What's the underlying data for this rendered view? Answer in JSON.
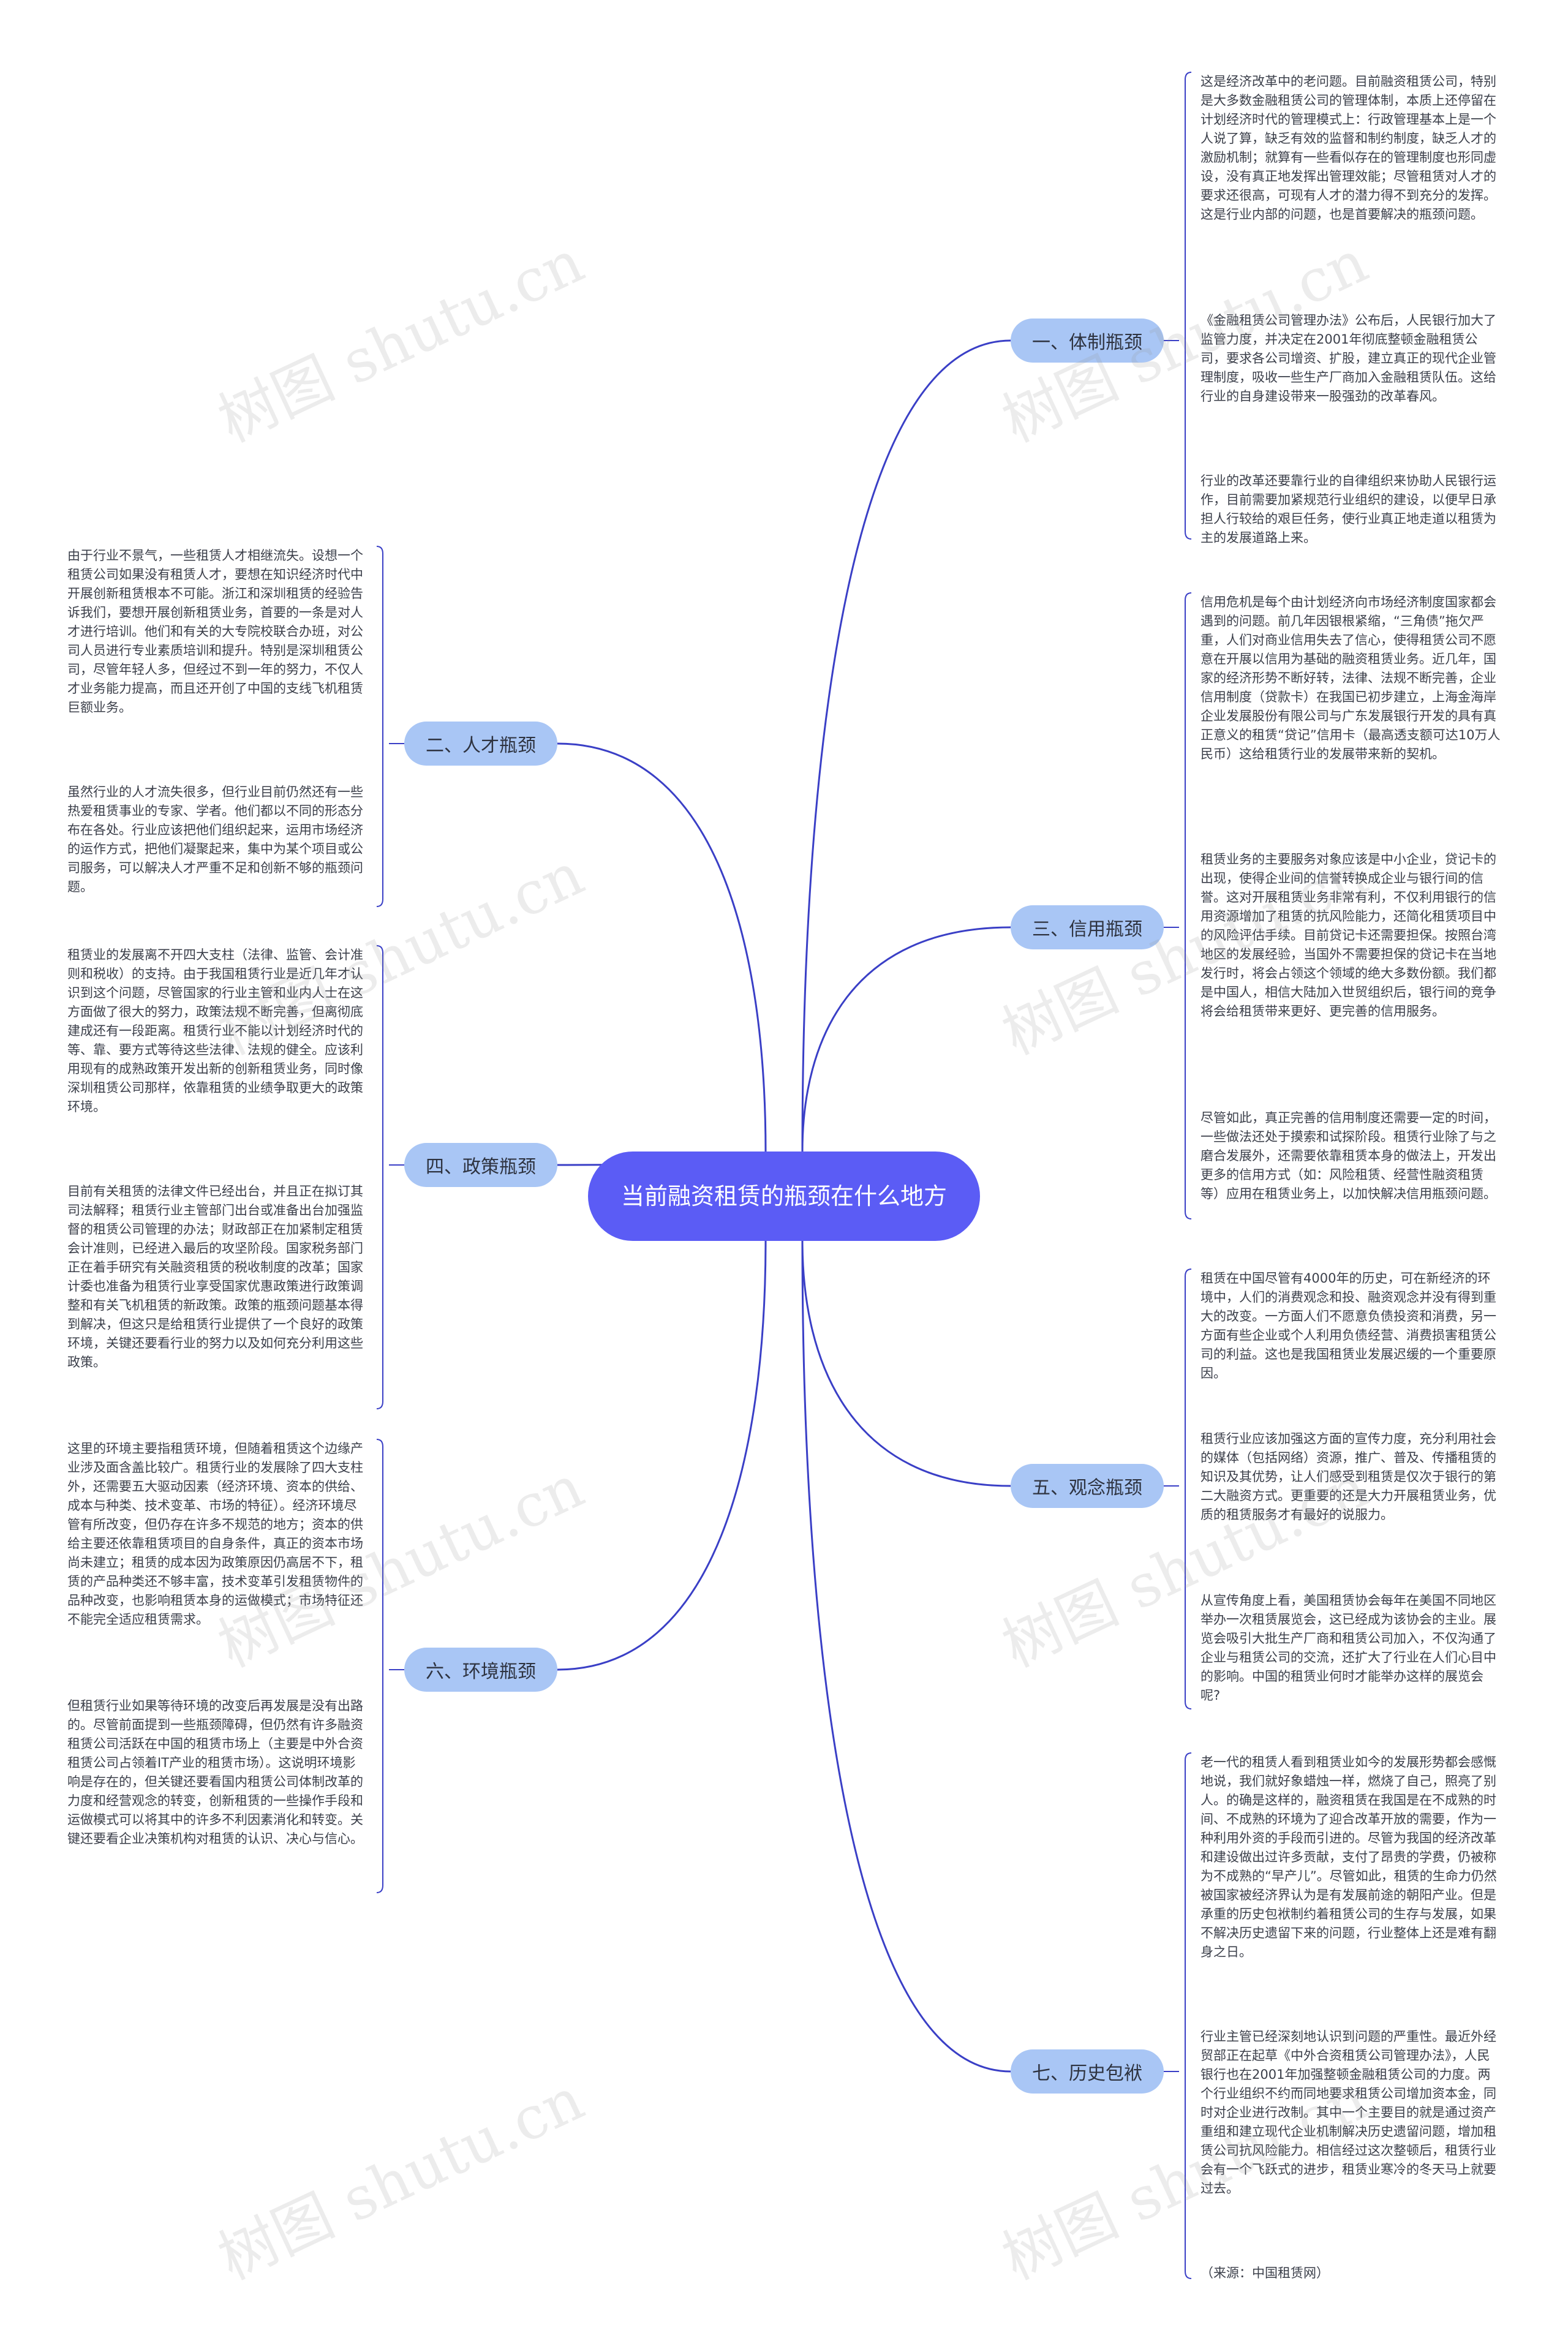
{
  "central": "当前融资租赁的瓶颈在什么地方",
  "branches": [
    {
      "label": "一、体制瓶颈",
      "leaves": [
        "这是经济改革中的老问题。目前融资租赁公司，特别是大多数金融租赁公司的管理体制，本质上还停留在计划经济时代的管理模式上：行政管理基本上是一个人说了算，缺乏有效的监督和制约制度，缺乏人才的激励机制；就算有一些看似存在的管理制度也形同虚设，没有真正地发挥出管理效能；尽管租赁对人才的要求还很高，可现有人才的潜力得不到充分的发挥。这是行业内部的问题，也是首要解决的瓶颈问题。",
        "《金融租赁公司管理办法》公布后，人民银行加大了监管力度，并决定在2001年彻底整顿金融租赁公司，要求各公司增资、扩股，建立真正的现代企业管理制度，吸收一些生产厂商加入金融租赁队伍。这给行业的自身建设带来一股强劲的改革春风。",
        "行业的改革还要靠行业的自律组织来协助人民银行运作，目前需要加紧规范行业组织的建设，以便早日承担人行较给的艰巨任务，使行业真正地走道以租赁为主的发展道路上来。"
      ]
    },
    {
      "label": "二、人才瓶颈",
      "leaves": [
        "由于行业不景气，一些租赁人才相继流失。设想一个租赁公司如果没有租赁人才，要想在知识经济时代中开展创新租赁根本不可能。浙江和深圳租赁的经验告诉我们，要想开展创新租赁业务，首要的一条是对人才进行培训。他们和有关的大专院校联合办班，对公司人员进行专业素质培训和提升。特别是深圳租赁公司，尽管年轻人多，但经过不到一年的努力，不仅人才业务能力提高，而且还开创了中国的支线飞机租赁巨额业务。",
        "虽然行业的人才流失很多，但行业目前仍然还有一些热爱租赁事业的专家、学者。他们都以不同的形态分布在各处。行业应该把他们组织起来，运用市场经济的运作方式，把他们凝聚起来，集中为某个项目或公司服务，可以解决人才严重不足和创新不够的瓶颈问题。"
      ]
    },
    {
      "label": "三、信用瓶颈",
      "leaves": [
        "信用危机是每个由计划经济向市场经济制度国家都会遇到的问题。前几年因银根紧缩，“三角债”拖欠严重，人们对商业信用失去了信心，使得租赁公司不愿意在开展以信用为基础的融资租赁业务。近几年，国家的经济形势不断好转，法律、法规不断完善，企业信用制度（贷款卡）在我国已初步建立，上海金海岸企业发展股份有限公司与广东发展银行开发的具有真正意义的租赁“贷记”信用卡（最高透支额可达10万人民币）这给租赁行业的发展带来新的契机。",
        "租赁业务的主要服务对象应该是中小企业，贷记卡的出现，使得企业间的信誉转换成企业与银行间的信誉。这对开展租赁业务非常有利，不仅利用银行的信用资源增加了租赁的抗风险能力，还简化租赁项目中的风险评估手续。目前贷记卡还需要担保。按照台湾地区的发展经验，当国外不需要担保的贷记卡在当地发行时，将会占领这个领域的绝大多数份额。我们都是中国人，相信大陆加入世贸组织后，银行间的竞争将会给租赁带来更好、更完善的信用服务。",
        "尽管如此，真正完善的信用制度还需要一定的时间，一些做法还处于摸索和试探阶段。租赁行业除了与之磨合发展外，还需要依靠租赁本身的做法上，开发出更多的信用方式（如：风险租赁、经营性融资租赁等）应用在租赁业务上，以加快解决信用瓶颈问题。"
      ]
    },
    {
      "label": "四、政策瓶颈",
      "leaves": [
        "租赁业的发展离不开四大支柱（法律、监管、会计准则和税收）的支持。由于我国租赁行业是近几年才认识到这个问题，尽管国家的行业主管和业内人士在这方面做了很大的努力，政策法规不断完善，但离彻底建成还有一段距离。租赁行业不能以计划经济时代的等、靠、要方式等待这些法律、法规的健全。应该利用现有的成熟政策开发出新的创新租赁业务，同时像深圳租赁公司那样，依靠租赁的业绩争取更大的政策环境。",
        "目前有关租赁的法律文件已经出台，并且正在拟订其司法解释；租赁行业主管部门出台或准备出台加强监督的租赁公司管理的办法；财政部正在加紧制定租赁会计准则，已经进入最后的攻坚阶段。国家税务部门正在着手研究有关融资租赁的税收制度的改革；国家计委也准备为租赁行业享受国家优惠政策进行政策调整和有关飞机租赁的新政策。政策的瓶颈问题基本得到解决，但这只是给租赁行业提供了一个良好的政策环境，关键还要看行业的努力以及如何充分利用这些政策。"
      ]
    },
    {
      "label": "五、观念瓶颈",
      "leaves": [
        "租赁在中国尽管有4000年的历史，可在新经济的环境中，人们的消费观念和投、融资观念并没有得到重大的改变。一方面人们不愿意负债投资和消费，另一方面有些企业或个人利用负债经营、消费损害租赁公司的利益。这也是我国租赁业发展迟缓的一个重要原因。",
        "租赁行业应该加强这方面的宣传力度，充分利用社会的媒体（包括网络）资源，推广、普及、传播租赁的知识及其优势，让人们感受到租赁是仅次于银行的第二大融资方式。更重要的还是大力开展租赁业务，优质的租赁服务才有最好的说服力。",
        "从宣传角度上看，美国租赁协会每年在美国不同地区举办一次租赁展览会，这已经成为该协会的主业。展览会吸引大批生产厂商和租赁公司加入，不仅沟通了企业与租赁公司的交流，还扩大了行业在人们心目中的影响。中国的租赁业何时才能举办这样的展览会呢?"
      ]
    },
    {
      "label": "六、环境瓶颈",
      "leaves": [
        "这里的环境主要指租赁环境，但随着租赁这个边缘产业涉及面含盖比较广。租赁行业的发展除了四大支柱外，还需要五大驱动因素（经济环境、资本的供给、成本与种类、技术变革、市场的特征）。经济环境尽管有所改变，但仍存在许多不规范的地方；资本的供给主要还依靠租赁项目的自身条件，真正的资本市场尚未建立；租赁的成本因为政策原因仍高居不下，租赁的产品种类还不够丰富，技术变革引发租赁物件的品种改变，也影响租赁本身的运做模式；市场特征还不能完全适应租赁需求。",
        "但租赁行业如果等待环境的改变后再发展是没有出路的。尽管前面提到一些瓶颈障碍，但仍然有许多融资租赁公司活跃在中国的租赁市场上（主要是中外合资租赁公司占领着IT产业的租赁市场）。这说明环境影响是存在的，但关键还要看国内租赁公司体制改革的力度和经营观念的转变，创新租赁的一些操作手段和运做模式可以将其中的许多不利因素消化和转变。关键还要看企业决策机构对租赁的认识、决心与信心。"
      ]
    },
    {
      "label": "七、历史包袱",
      "leaves": [
        "老一代的租赁人看到租赁业如今的发展形势都会感慨地说，我们就好象蜡烛一样，燃烧了自己，照亮了别人。的确是这样的，融资租赁在我国是在不成熟的时间、不成熟的环境为了迎合改革开放的需要，作为一种利用外资的手段而引进的。尽管为我国的经济改革和建设做出过许多贡献，支付了昂贵的学费，仍被称为不成熟的“早产儿”。尽管如此，租赁的生命力仍然被国家被经济界认为是有发展前途的朝阳产业。但是承重的历史包袱制约着租赁公司的生存与发展，如果不解决历史遗留下来的问题，行业整体上还是难有翻身之日。",
        "行业主管已经深刻地认识到问题的严重性。最近外经贸部正在起草《中外合资租赁公司管理办法》，人民银行也在2001年加强整顿金融租赁公司的力度。两个行业组织不约而同地要求租赁公司增加资本金，同时对企业进行改制。其中一个主要目的就是通过资产重组和建立现代企业机制解决历史遗留问题，增加租赁公司抗风险能力。相信经过这次整顿后，租赁行业会有一个飞跃式的进步，租赁业寒冷的冬天马上就要过去。",
        "（来源：中国租赁网）"
      ]
    }
  ],
  "watermark_text": "树图 shutu.cn",
  "colors": {
    "central_bg": "#5b5cf5",
    "branch_bg": "#a9c6f5",
    "line": "#3a3fc6",
    "text": "#3b3f4a"
  }
}
